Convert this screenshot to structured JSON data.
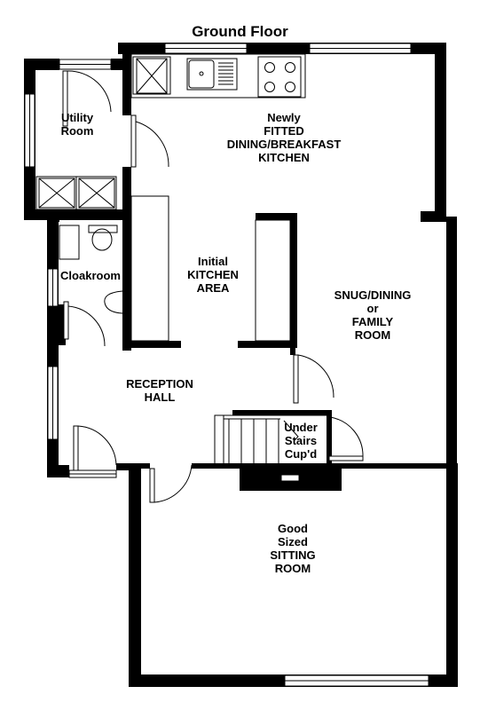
{
  "title": "Ground Floor",
  "rooms": {
    "utility": [
      "Utility",
      "Room"
    ],
    "kitchen": [
      "Newly",
      "FITTED",
      "DINING/BREAKFAST",
      "KITCHEN"
    ],
    "initial_kitchen": [
      "Initial",
      "KITCHEN",
      "AREA"
    ],
    "cloakroom": [
      "Cloakroom"
    ],
    "snug": [
      "SNUG/DINING",
      "or",
      "FAMILY",
      "ROOM"
    ],
    "reception": [
      "RECEPTION",
      "HALL"
    ],
    "under_stairs": [
      "Under",
      "Stairs",
      "Cup'd"
    ],
    "sitting": [
      "Good",
      "Sized",
      "SITTING",
      "ROOM"
    ]
  },
  "colors": {
    "wall": "#000000",
    "background": "#ffffff",
    "line": "#000000"
  }
}
